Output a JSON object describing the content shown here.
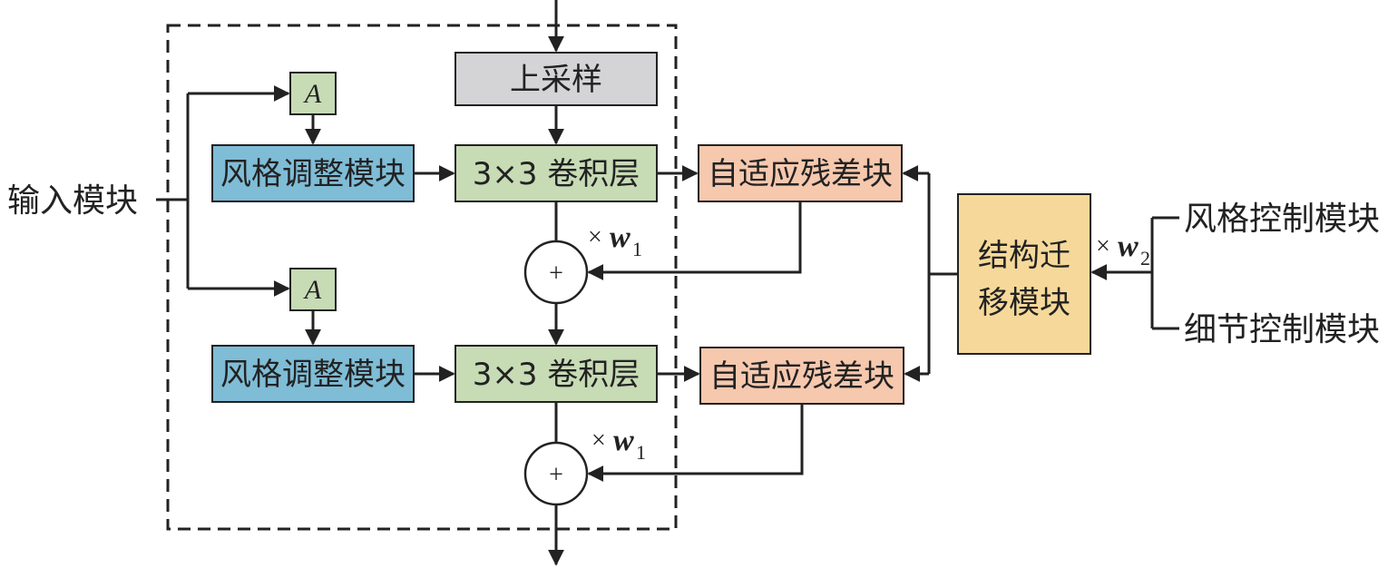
{
  "input_label": "输入模块",
  "attention_label": "A",
  "upsample_label": "上采样",
  "style_adjust_label": "风格调整模块",
  "conv_label": "3×3 卷积层",
  "residual_label": "自适应残差块",
  "plus_symbol": "+",
  "weight1": {
    "times": "×",
    "symbol": "w",
    "subscript": "1"
  },
  "weight2": {
    "times": "×",
    "symbol": "w",
    "subscript": "2"
  },
  "structure_transfer_line1": "结构迁",
  "structure_transfer_line2": "移模块",
  "style_control_label": "风格控制模块",
  "detail_control_label": "细节控制模块",
  "colors": {
    "style_adjust": "#7fbcd6",
    "conv": "#c7dbb5",
    "attention": "#c7dbb5",
    "upsample": "#d4d4d6",
    "residual": "#f6c8ae",
    "structure_transfer": "#f6d99a"
  }
}
